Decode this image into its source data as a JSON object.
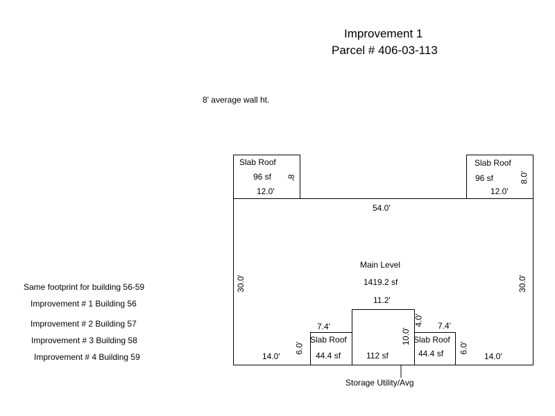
{
  "header": {
    "title": "Improvement 1",
    "parcel": "Parcel # 406-03-113"
  },
  "wall_height_note": "8' average wall ht.",
  "side_notes": [
    "Same footprint for building 56-59",
    "Improvement # 1 Building 56",
    "Improvement # 2 Building 57",
    "Improvement # 3 Building 58",
    "Improvement # 4 Building 59"
  ],
  "main": {
    "name": "Main Level",
    "area": "1419.2 sf",
    "width": "54.0'",
    "left_depth": "30.0'",
    "right_depth": "30.0'",
    "bottom_left": "14.0'",
    "bottom_right": "14.0'"
  },
  "slab_tl": {
    "name": "Slab Roof",
    "area": "96 sf",
    "width": "12.0'",
    "depth": "8'"
  },
  "slab_tr": {
    "name": "Slab Roof",
    "area": "96 sf",
    "width": "12.0'",
    "depth": "8.0'"
  },
  "slab_bl": {
    "name": "Slab Roof",
    "area": "44.4 sf",
    "width": "7.4'",
    "depth": "6.0'"
  },
  "slab_br": {
    "name": "Slab Roof",
    "area": "44.4 sf",
    "width": "7.4'",
    "depth": "6.0'"
  },
  "storage": {
    "area": "112 sf",
    "width": "11.2'",
    "depth": "10.0'",
    "step": "4.0'",
    "callout": "Storage Utility/Avg"
  }
}
